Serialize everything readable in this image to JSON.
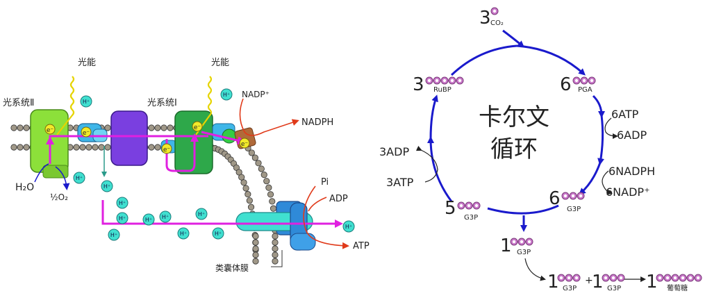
{
  "light_reactions": {
    "light_energy_label": "光能",
    "photosystem_2_label": "光系统Ⅱ",
    "photosystem_1_label": "光系统Ⅰ",
    "nadp_plus_label": "NADP⁺",
    "nadph_label": "NADPH",
    "electron_label": "e⁻",
    "proton_label": "H⁺",
    "water_label": "H₂O",
    "oxygen_label": "½O₂",
    "pi_label": "Pi",
    "adp_label": "ADP",
    "atp_label": "ATP",
    "thylakoid_membrane_label": "类囊体膜"
  },
  "calvin_cycle": {
    "title_line_1": "卡尔文",
    "title_line_2": "循环",
    "co2": {
      "count": "3",
      "label": "CO₂",
      "carbons": 1
    },
    "pga": {
      "count": "6",
      "label": "PGA",
      "carbons": 3
    },
    "g3p_6": {
      "count": "6",
      "label": "G3P",
      "carbons": 3
    },
    "g3p_5": {
      "count": "5",
      "label": "G3P",
      "carbons": 3
    },
    "rubp": {
      "count": "3",
      "label": "RuBP",
      "carbons": 5
    },
    "g3p_out": {
      "count": "1",
      "label": "G3P",
      "carbons": 3
    },
    "atp_in": "6ATP",
    "adp_out": "6ADP",
    "nadph_in": "6NADPH",
    "nadp_out": "6NADP⁺",
    "adp_regen": "3ADP",
    "atp_regen": "3ATP",
    "glucose_eq": {
      "left_count": "1",
      "left_label": "G3P",
      "plus": "+",
      "right_count": "1",
      "right_label": "G3P",
      "result_count": "1",
      "result_label": "葡萄糖",
      "result_carbons": 6
    }
  },
  "colors": {
    "cycle_blue": "#1a1acc",
    "magenta": "#e020e0",
    "carbon_pink": "#c978c9",
    "proton_cyan": "#40e0d0",
    "ps_green": "#2ea84a",
    "lime": "#8ce03a",
    "purple": "#7a3fe0",
    "arrow_red": "#e03a1a"
  }
}
